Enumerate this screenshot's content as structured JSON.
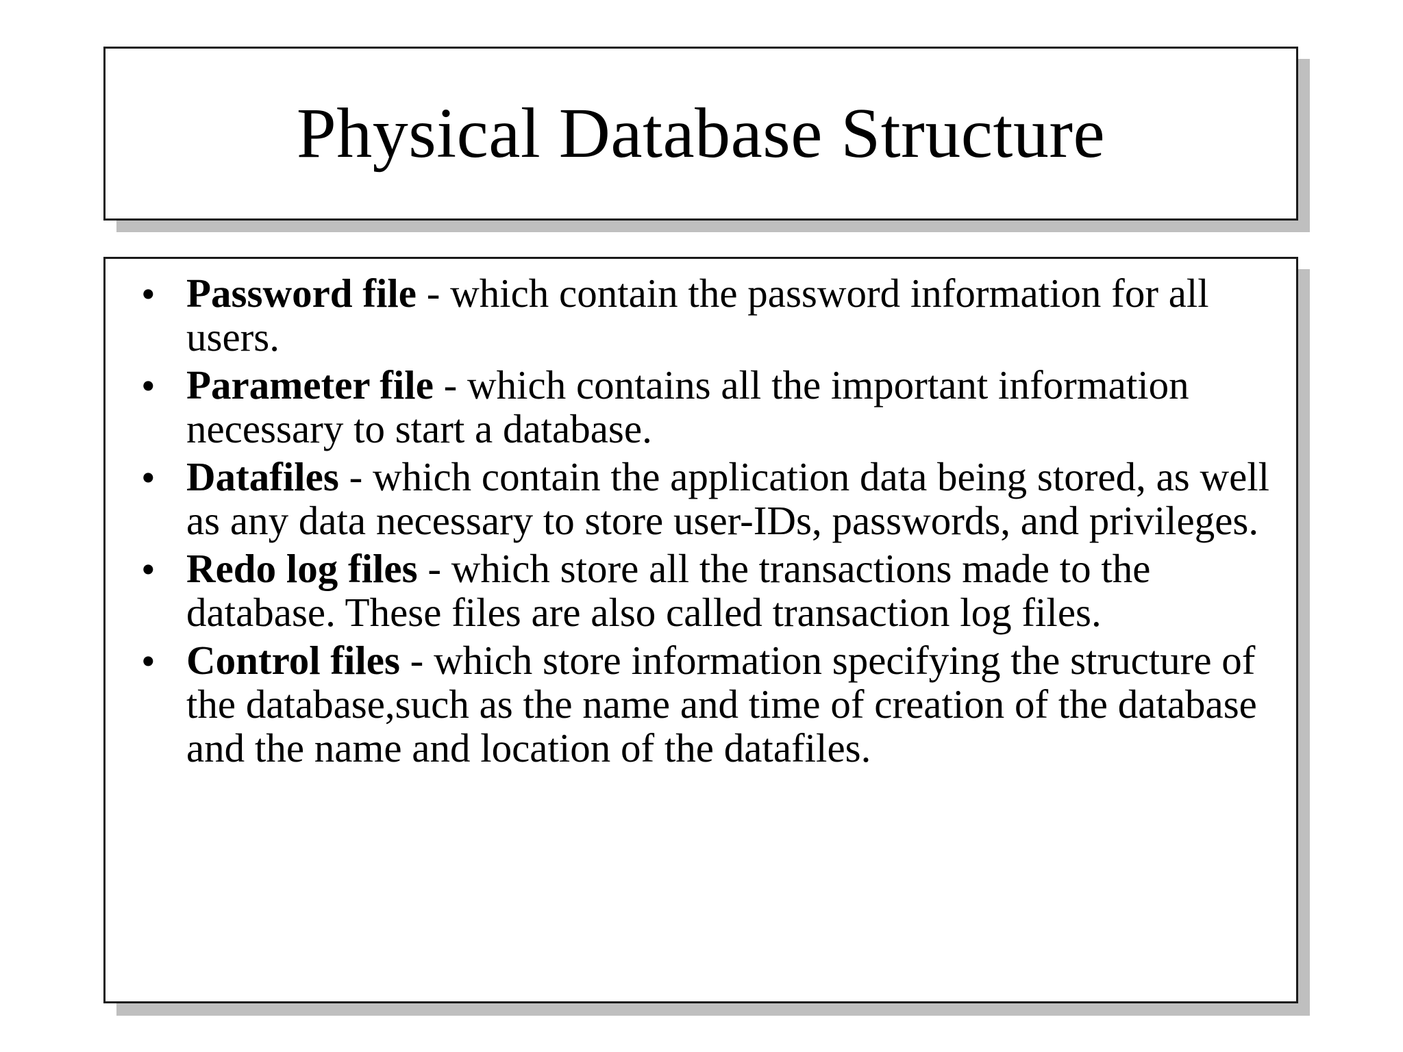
{
  "slide": {
    "title": "Physical Database Structure",
    "bullet_marker": "•",
    "colors": {
      "background": "#ffffff",
      "box_fill": "#ffffff",
      "box_border": "#1a1a1a",
      "shadow": "#bfbfbf",
      "text": "#000000"
    },
    "bullets": [
      {
        "term": "Password file",
        "rest": " - which contain the password information for all users."
      },
      {
        "term": "Parameter file",
        "rest": " - which contains all the important information necessary to start a database."
      },
      {
        "term": "Datafiles",
        "rest": " - which contain the application data being stored, as well as any data necessary to store user-IDs, passwords, and privileges."
      },
      {
        "term": "Redo log files",
        "rest": " - which store all the transactions made to the database. These files are also called transaction log files."
      },
      {
        "term": "Control files",
        "rest": " - which store information specifying the structure of the database,such as the name and time of creation of the database and the name and location of the datafiles."
      }
    ]
  }
}
